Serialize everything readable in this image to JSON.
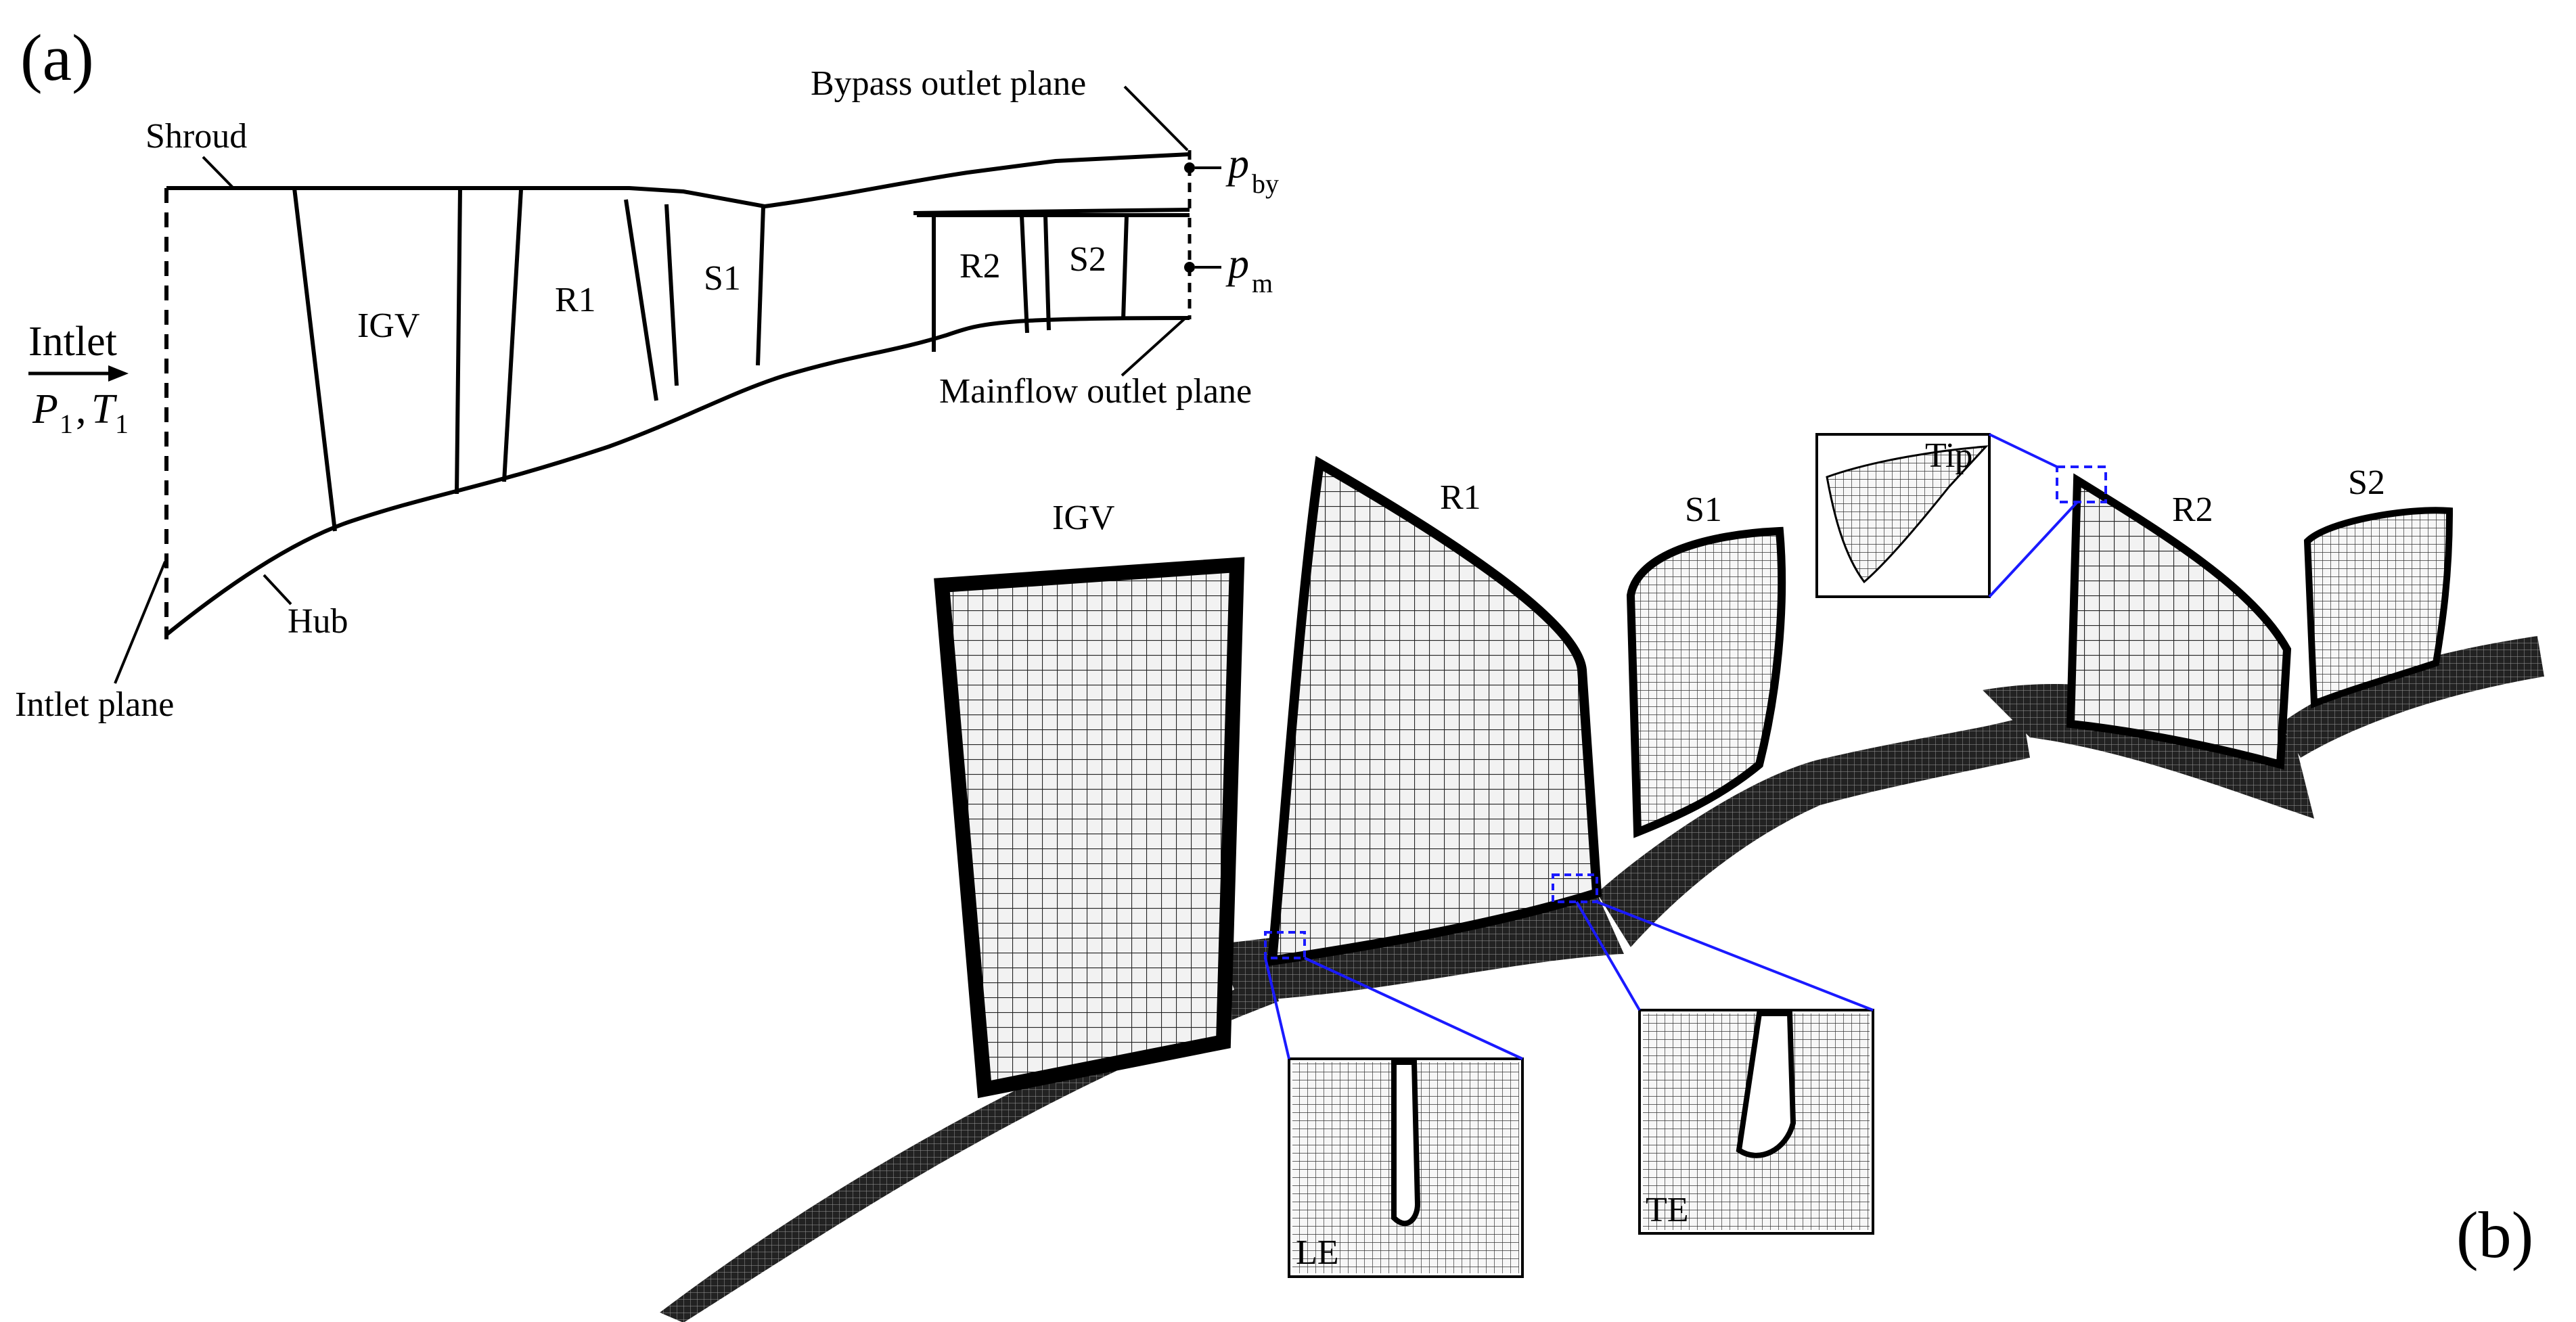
{
  "panel_a": {
    "panel_label": "(a)",
    "shroud_label": "Shroud",
    "hub_label": "Hub",
    "inlet_label": "Intlet",
    "inlet_p": "P",
    "inlet_p_sub": "1",
    "inlet_sep": ",",
    "inlet_t": "T",
    "inlet_t_sub": "1",
    "inlet_plane_label": "Intlet plane",
    "bypass_outlet_label": "Bypass outlet plane",
    "mainflow_outlet_label": "Mainflow outlet plane",
    "p_bypass": "p",
    "p_bypass_sub": "by",
    "p_main": "p",
    "p_main_sub": "m",
    "rows": [
      "IGV",
      "R1",
      "S1",
      "R2",
      "S2"
    ]
  },
  "panel_b": {
    "panel_label": "(b)",
    "blades": [
      "IGV",
      "R1",
      "S1",
      "R2",
      "S2"
    ],
    "insets": {
      "tip": "Tip",
      "leading_edge": "LE",
      "trailing_edge": "TE"
    }
  },
  "colors": {
    "line": "#000000",
    "inset_link": "#1a1aff",
    "mesh_fill": "#111111",
    "blade_fill": "#e8e8e8",
    "background": "#ffffff"
  }
}
